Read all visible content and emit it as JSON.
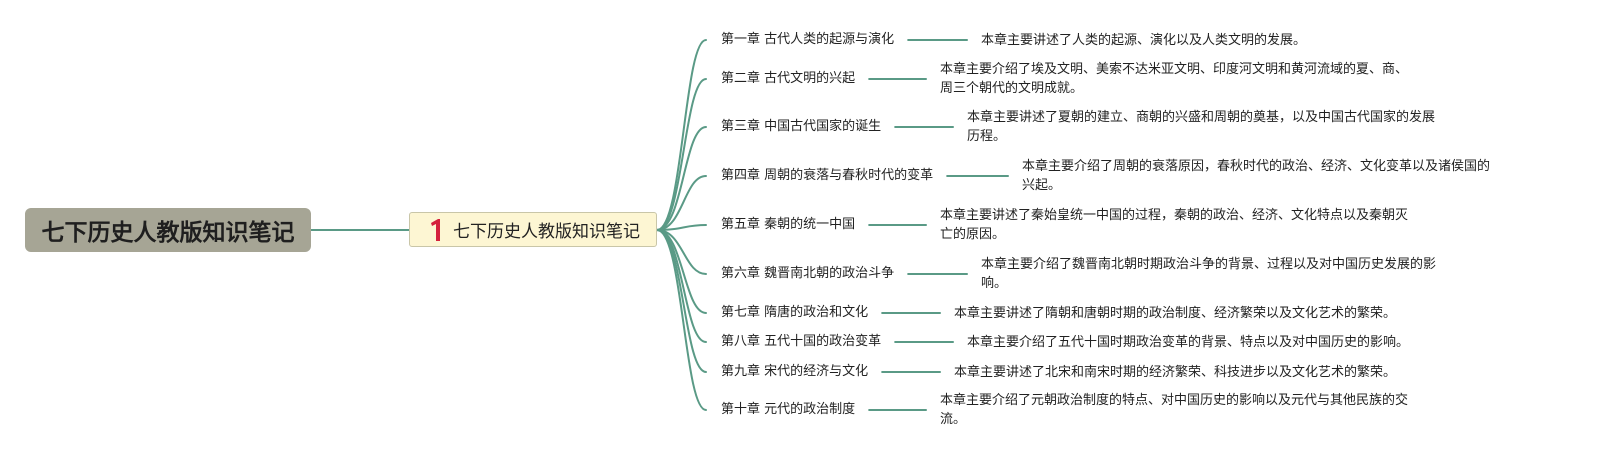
{
  "mindmap": {
    "root": {
      "title": "七下历史人教版知识笔记"
    },
    "subtopic": {
      "number": "1",
      "title": "七下历史人教版知识笔记"
    },
    "colors": {
      "line": "#5a9a86",
      "root_fill": "#a6a595",
      "sub_fill": "#fdf6d3",
      "badge": "#d4213d"
    },
    "chapters": [
      {
        "title": "第一章 古代人类的起源与演化",
        "description": "本章主要讲述了人类的起源、演化以及人类文明的发展。"
      },
      {
        "title": "第二章 古代文明的兴起",
        "description": "本章主要介绍了埃及文明、美索不达米亚文明、印度河文明和黄河流域的夏、商、周三个朝代的文明成就。"
      },
      {
        "title": "第三章 中国古代国家的诞生",
        "description": "本章主要讲述了夏朝的建立、商朝的兴盛和周朝的奠基，以及中国古代国家的发展历程。"
      },
      {
        "title": "第四章 周朝的衰落与春秋时代的变革",
        "description": "本章主要介绍了周朝的衰落原因，春秋时代的政治、经济、文化变革以及诸侯国的兴起。"
      },
      {
        "title": "第五章 秦朝的统一中国",
        "description": "本章主要讲述了秦始皇统一中国的过程，秦朝的政治、经济、文化特点以及秦朝灭亡的原因。"
      },
      {
        "title": "第六章 魏晋南北朝的政治斗争",
        "description": "本章主要介绍了魏晋南北朝时期政治斗争的背景、过程以及对中国历史发展的影响。"
      },
      {
        "title": "第七章 隋唐的政治和文化",
        "description": "本章主要讲述了隋朝和唐朝时期的政治制度、经济繁荣以及文化艺术的繁荣。"
      },
      {
        "title": "第八章 五代十国的政治变革",
        "description": "本章主要介绍了五代十国时期政治变革的背景、特点以及对中国历史的影响。"
      },
      {
        "title": "第九章 宋代的经济与文化",
        "description": "本章主要讲述了北宋和南宋时期的经济繁荣、科技进步以及文化艺术的繁荣。"
      },
      {
        "title": "第十章 元代的政治制度",
        "description": "本章主要介绍了元朝政治制度的特点、对中国历史的影响以及元代与其他民族的交流。"
      }
    ]
  }
}
